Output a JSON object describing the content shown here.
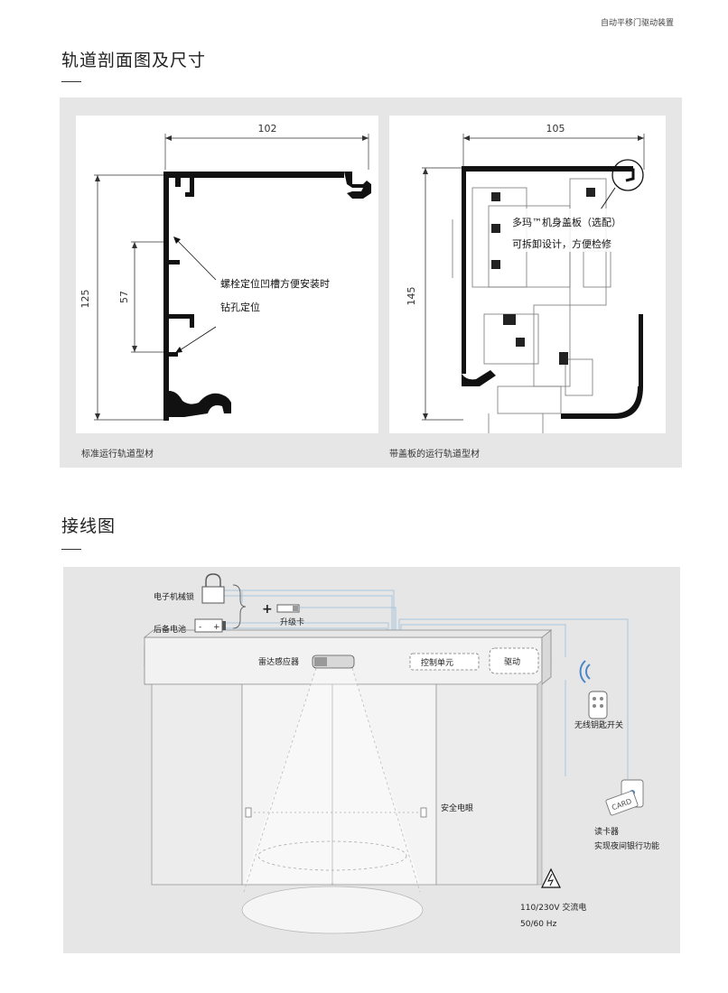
{
  "header": {
    "doc_title": "自动平移门驱动装置"
  },
  "section1": {
    "title": "轨道剖面图及尺寸",
    "left": {
      "dim_width": "102",
      "dim_height": "125",
      "dim_inner": "57",
      "note_line1": "螺栓定位凹槽方便安装时",
      "note_line2": "钻孔定位",
      "caption": "标准运行轨道型材"
    },
    "right": {
      "dim_width": "105",
      "dim_height": "145",
      "note_line1": "多玛™机身盖板（选配）",
      "note_line2": "可拆卸设计，方便检修",
      "caption": "带盖板的运行轨道型材"
    }
  },
  "section2": {
    "title": "接线图",
    "labels": {
      "lock": "电子机械锁",
      "battery": "后备电池",
      "upgrade_card": "升级卡",
      "radar": "雷达感应器",
      "control_unit": "控制单元",
      "drive": "驱动",
      "remote": "无线钥匙开关",
      "safety_eye": "安全电眼",
      "card_reader_1": "读卡器",
      "card_reader_2": "实现夜间银行功能",
      "power_1": "110/230V 交流电",
      "power_2": "50/60 Hz",
      "card_text": "CARD",
      "plus": "+",
      "battery_minus": "-",
      "battery_plus": "+"
    }
  },
  "colors": {
    "panel_bg": "#e6e6e6",
    "wire": "#a9c6dd",
    "line": "#111111"
  }
}
